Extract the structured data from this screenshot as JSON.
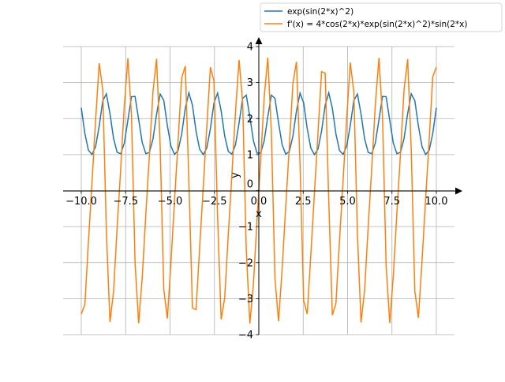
{
  "chart_data": {
    "type": "line",
    "title": "",
    "xlabel": "x",
    "ylabel": "y",
    "xlim": [
      -10,
      10
    ],
    "ylim": [
      -4,
      4
    ],
    "grid": true,
    "legend_position": "center-right",
    "x_samples": {
      "start": -10,
      "stop": 10,
      "count": 100
    },
    "x_ticks": [
      -10,
      -7.5,
      -5,
      -2.5,
      0,
      2.5,
      5,
      7.5,
      10
    ],
    "x_tick_labels": [
      "−10.0",
      "−7.5",
      "−5.0",
      "−2.5",
      "0.0",
      "2.5",
      "5.0",
      "7.5",
      "10.0"
    ],
    "y_ticks": [
      4,
      3,
      2,
      1,
      0,
      -1,
      -2,
      -3,
      -4
    ],
    "y_tick_labels": [
      "4",
      "3",
      "2",
      "1",
      "0",
      "−1",
      "−2",
      "−3",
      "−4"
    ],
    "series": [
      {
        "name": "exp(sin(2*x)^2)",
        "expr": "exp_sin2x_sq",
        "color": "#1f77b4"
      },
      {
        "name": "f'(x) = 4*cos(2*x)*exp(sin(2*x)^2)*sin(2*x)",
        "expr": "derivative",
        "color": "#ff7f0e"
      }
    ]
  }
}
